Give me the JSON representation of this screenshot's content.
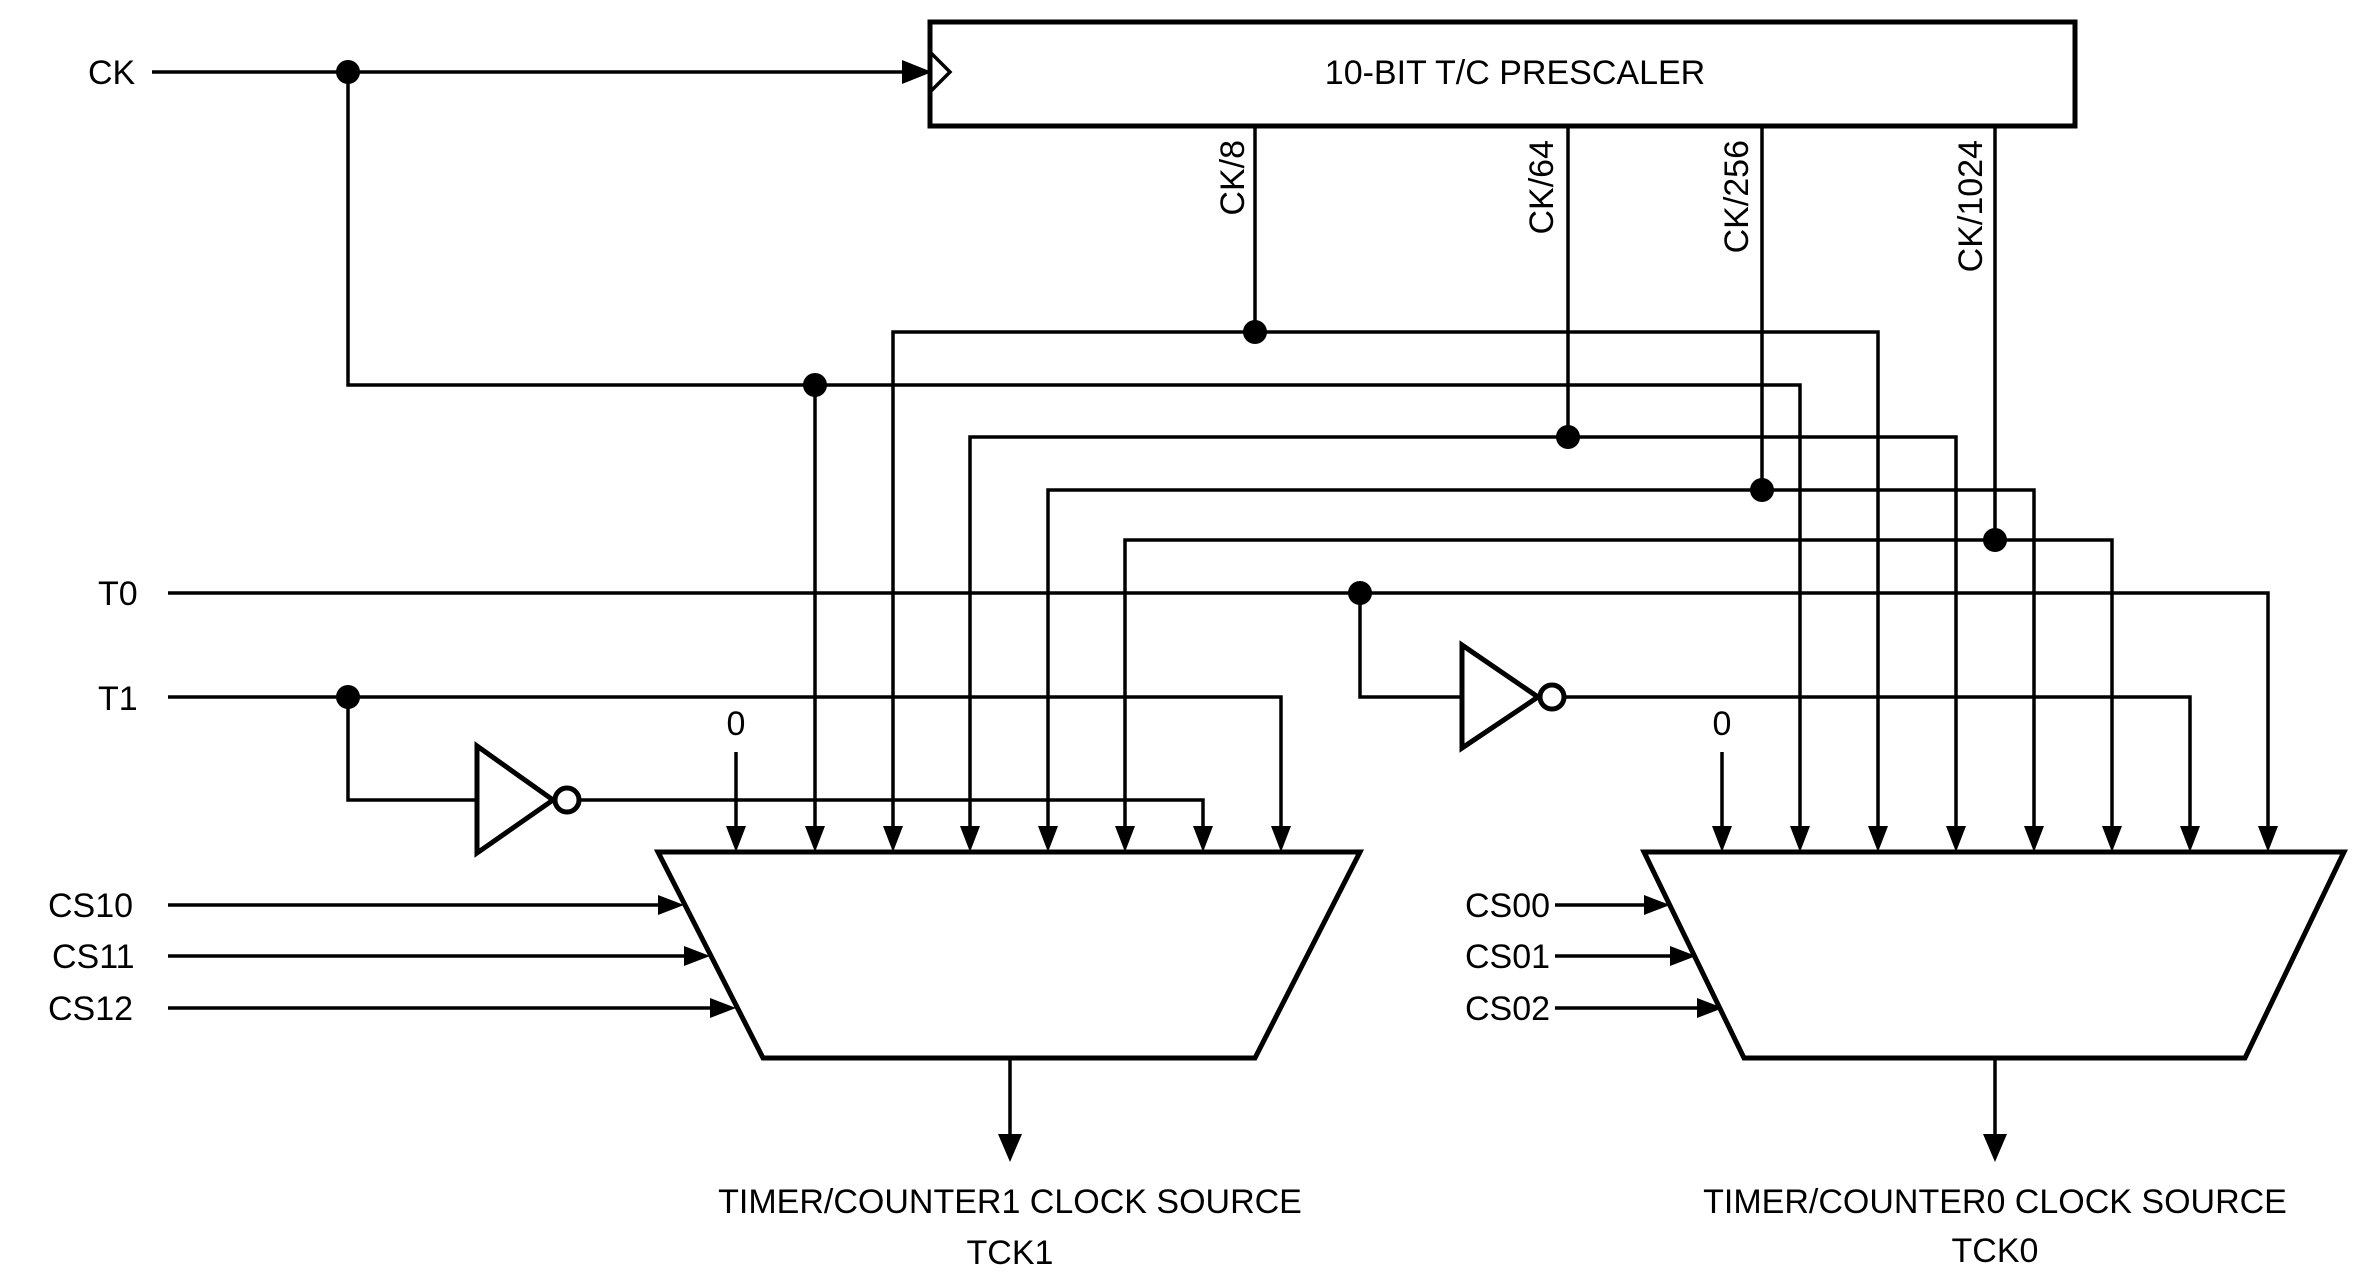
{
  "prescaler": {
    "label": "10-BIT T/C PRESCALER",
    "taps": [
      "CK/8",
      "CK/64",
      "CK/256",
      "CK/1024"
    ]
  },
  "signals": {
    "ck": "CK",
    "t0": "T0",
    "t1": "T1"
  },
  "mux1": {
    "zero": "0",
    "selects": [
      "CS10",
      "CS11",
      "CS12"
    ],
    "output_label": "TIMER/COUNTER1 CLOCK SOURCE",
    "output_name": "TCK1"
  },
  "mux0": {
    "zero": "0",
    "selects": [
      "CS00",
      "CS01",
      "CS02"
    ],
    "output_label": "TIMER/COUNTER0 CLOCK SOURCE",
    "output_name": "TCK0"
  }
}
